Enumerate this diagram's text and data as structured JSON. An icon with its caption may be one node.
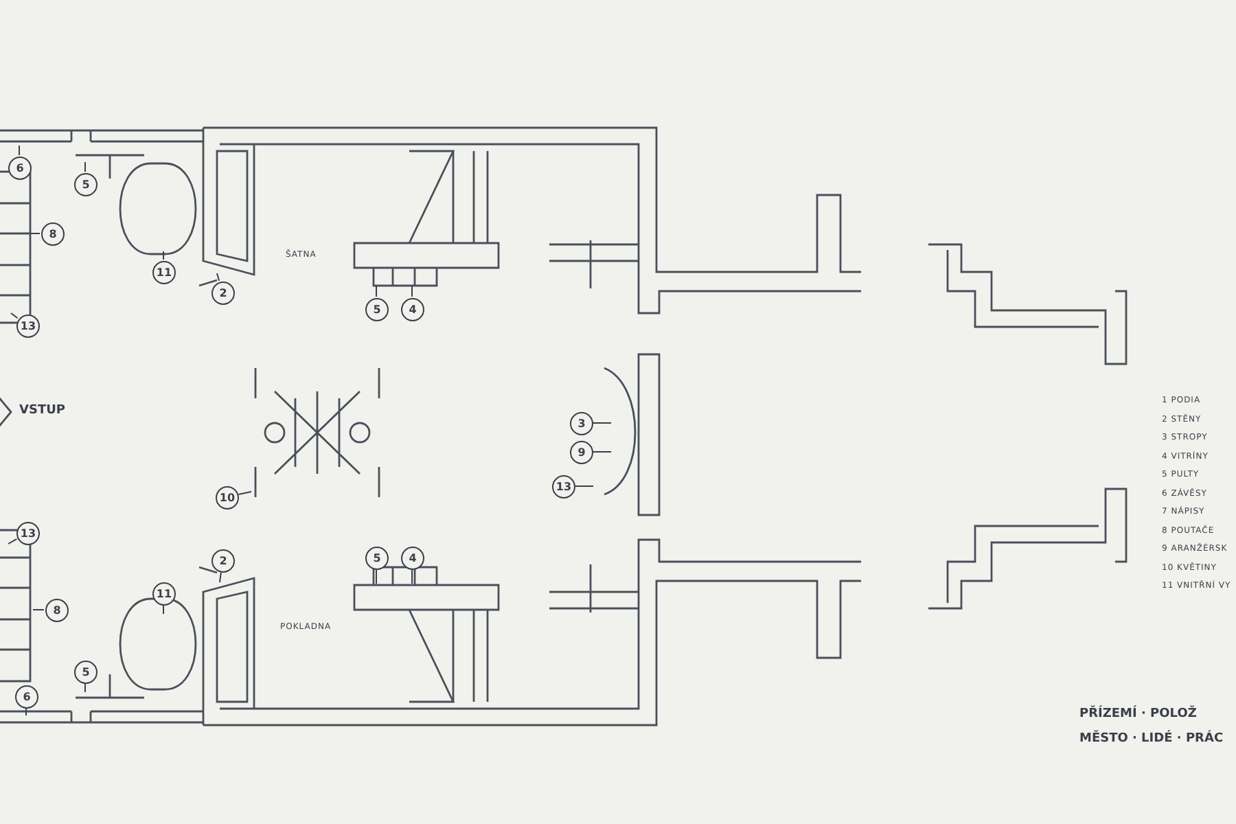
{
  "diagram": {
    "nodes": [
      {
        "text": [
          "6"
        ]
      },
      {
        "text": [
          "5"
        ]
      },
      {
        "text": [
          "8"
        ]
      },
      {
        "text": [
          "11"
        ]
      },
      {
        "text": [
          "2"
        ]
      },
      {
        "text": [
          "5"
        ]
      },
      {
        "text": [
          "4"
        ]
      },
      {
        "text": [
          "13"
        ]
      },
      {
        "text": [
          "3"
        ]
      },
      {
        "text": [
          "9"
        ]
      },
      {
        "text": [
          "10"
        ]
      },
      {
        "text": [
          "13"
        ]
      },
      {
        "text": [
          "13"
        ]
      },
      {
        "text": [
          "2"
        ]
      },
      {
        "text": [
          "5"
        ]
      },
      {
        "text": [
          "4"
        ]
      },
      {
        "text": [
          "11"
        ]
      },
      {
        "text": [
          "8"
        ]
      },
      {
        "text": [
          "5"
        ]
      },
      {
        "text": [
          "6"
        ]
      }
    ],
    "edges": [
      {
        "from": 0,
        "to": null,
        "arrow": "none"
      },
      {
        "from": 1,
        "to": null,
        "arrow": "none"
      },
      {
        "from": 2,
        "to": null,
        "arrow": "none"
      },
      {
        "from": 3,
        "to": null,
        "arrow": "none"
      },
      {
        "from": 4,
        "to": null,
        "arrow": "none"
      },
      {
        "from": 5,
        "to": null,
        "arrow": "none"
      },
      {
        "from": 6,
        "to": null,
        "arrow": "none"
      },
      {
        "from": 7,
        "to": null,
        "arrow": "none"
      },
      {
        "from": 8,
        "to": null,
        "arrow": "none"
      },
      {
        "from": 9,
        "to": null,
        "arrow": "none"
      },
      {
        "from": 10,
        "to": null,
        "arrow": "none"
      },
      {
        "from": 11,
        "to": null,
        "arrow": "none"
      },
      {
        "from": 12,
        "to": null,
        "arrow": "none"
      },
      {
        "from": 13,
        "to": null,
        "arrow": "none"
      },
      {
        "from": 14,
        "to": null,
        "arrow": "none"
      },
      {
        "from": 15,
        "to": null,
        "arrow": "none"
      },
      {
        "from": 16,
        "to": null,
        "arrow": "none"
      },
      {
        "from": 17,
        "to": null,
        "arrow": "none"
      },
      {
        "from": 18,
        "to": null,
        "arrow": "none"
      },
      {
        "from": 19,
        "to": null,
        "arrow": "none"
      }
    ],
    "labels": [
      "ŠATNA",
      "VSTUP",
      "1 PODIA",
      "2 STĚNY",
      "3 STROPY",
      "4 VITRÍNY",
      "5 PULTY",
      "6 ZÁVĚSY",
      "7 NÁPISY",
      "8 POUTAČE",
      "9 ARANŽÉRSK",
      "10 KVĚTINY",
      "11 VNITŘNÍ VY",
      "POKLADNA",
      "PŘÍZEMÍ · POLOŽ",
      "MĚSTO · LIDÉ · PRÁC"
    ]
  }
}
